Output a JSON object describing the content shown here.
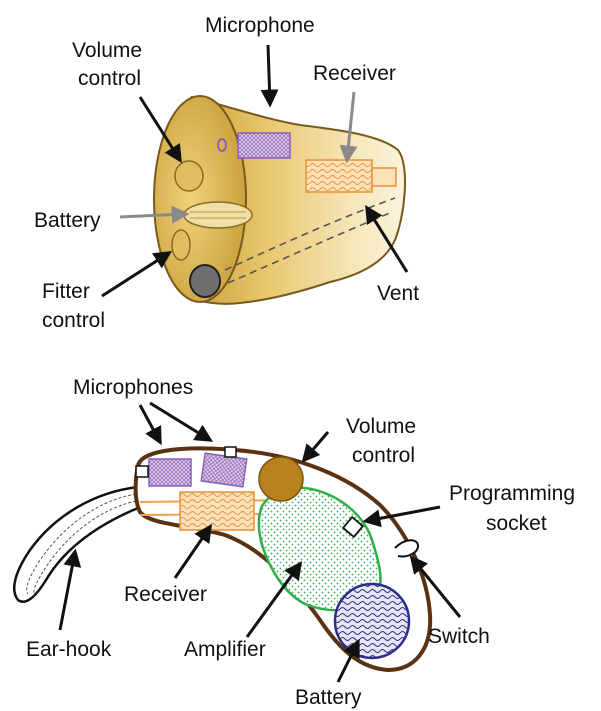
{
  "top_diagram": {
    "labels": {
      "microphone": "Microphone",
      "volume_control_1": "Volume",
      "volume_control_2": "control",
      "receiver": "Receiver",
      "battery": "Battery",
      "fitter_control_1": "Fitter",
      "fitter_control_2": "control",
      "vent": "Vent"
    }
  },
  "bottom_diagram": {
    "labels": {
      "microphones": "Microphones",
      "volume_control_1": "Volume",
      "volume_control_2": "control",
      "programming_socket_1": "Programming",
      "programming_socket_2": "socket",
      "receiver": "Receiver",
      "ear_hook": "Ear-hook",
      "amplifier": "Amplifier",
      "switch": "Switch",
      "battery": "Battery"
    }
  },
  "colors": {
    "shell_light": "#f6e4a8",
    "shell_dark": "#b8892c",
    "receiver_orange": "#f2a14a",
    "microphone_purple": "#8b5fb5",
    "amplifier_green": "#2fae4a",
    "battery_navy": "#2d2f86",
    "volume_wheel": "#b8821f",
    "casing_brown": "#5a3212"
  }
}
